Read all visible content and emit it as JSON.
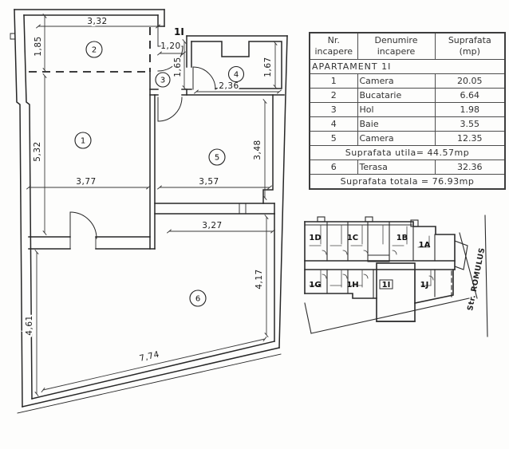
{
  "floor_plan": {
    "entrance_label": "1I",
    "rooms": [
      {
        "number": "1"
      },
      {
        "number": "2"
      },
      {
        "number": "3"
      },
      {
        "number": "4"
      },
      {
        "number": "5"
      },
      {
        "number": "6"
      }
    ],
    "dimensions": {
      "room2_width": "3,32",
      "room2_height": "1,85",
      "entrance_width": "1,20",
      "hall_wall": "1,65",
      "bath_width": "2,36",
      "bath_height": "1,67",
      "room1_height": "5,32",
      "room1_width": "3,77",
      "room5_width": "3,57",
      "room5_height": "3,48",
      "terrace_top_width": "3,27",
      "terrace_right_height": "4,17",
      "terrace_left_height": "4,61",
      "terrace_bottom_width": "7,74"
    }
  },
  "table": {
    "headers": [
      "Nr.\nincapere",
      "Denumire\nincapere",
      "Suprafata\n(mp)"
    ],
    "section_title": "APARTAMENT 1I",
    "rows": [
      {
        "nr": "1",
        "name": "Camera",
        "area": "20.05"
      },
      {
        "nr": "2",
        "name": "Bucatarie",
        "area": "6.64"
      },
      {
        "nr": "3",
        "name": "Hol",
        "area": "1.98"
      },
      {
        "nr": "4",
        "name": "Baie",
        "area": "3.55"
      },
      {
        "nr": "5",
        "name": "Camera",
        "area": "12.35"
      }
    ],
    "useful_area_row": "Suprafata utila= 44.57mp",
    "terrace_row": {
      "nr": "6",
      "name": "Terasa",
      "area": "32.36"
    },
    "total_area_row": "Suprafata totala = 76.93mp"
  },
  "site_plan": {
    "street_label": "Str. ROMULUS",
    "highlighted_unit": "1I",
    "units": [
      {
        "label": "1D"
      },
      {
        "label": "1C"
      },
      {
        "label": "1B"
      },
      {
        "label": "1A"
      },
      {
        "label": "1G"
      },
      {
        "label": "1H"
      },
      {
        "label": "1I"
      },
      {
        "label": "1J"
      }
    ]
  }
}
